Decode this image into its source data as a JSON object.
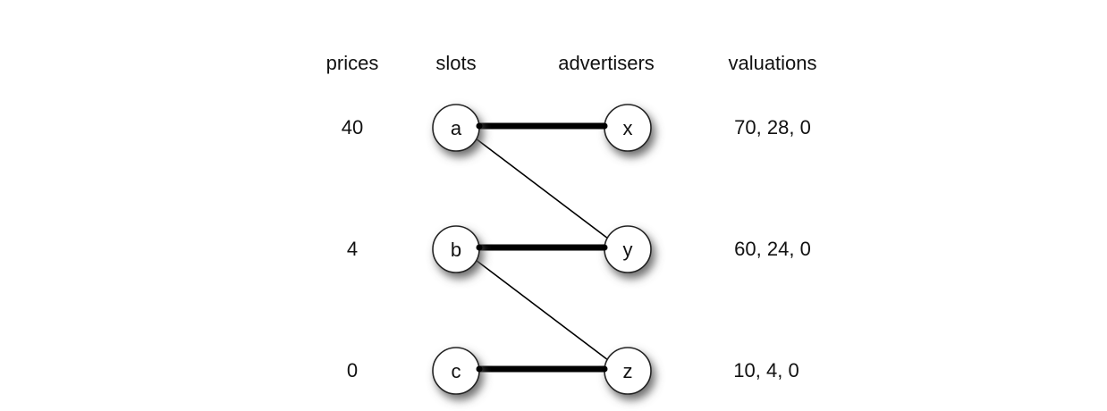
{
  "headers": {
    "prices": "prices",
    "slots": "slots",
    "advertisers": "advertisers",
    "valuations": "valuations"
  },
  "slots": [
    {
      "id": "a",
      "label": "a",
      "price": "40"
    },
    {
      "id": "b",
      "label": "b",
      "price": "4"
    },
    {
      "id": "c",
      "label": "c",
      "price": "0"
    }
  ],
  "advertisers": [
    {
      "id": "x",
      "label": "x",
      "valuations": "70, 28, 0"
    },
    {
      "id": "y",
      "label": "y",
      "valuations": "60, 24, 0"
    },
    {
      "id": "z",
      "label": "z",
      "valuations": "10, 4, 0"
    }
  ],
  "edges": [
    {
      "from": "a",
      "to": "x",
      "matched": true
    },
    {
      "from": "a",
      "to": "y",
      "matched": false
    },
    {
      "from": "b",
      "to": "y",
      "matched": true
    },
    {
      "from": "b",
      "to": "z",
      "matched": false
    },
    {
      "from": "c",
      "to": "z",
      "matched": true
    }
  ],
  "colors": {
    "node_fill": "#ffffff",
    "node_stroke": "#222222",
    "edge": "#000000",
    "shadow": "#555555"
  }
}
